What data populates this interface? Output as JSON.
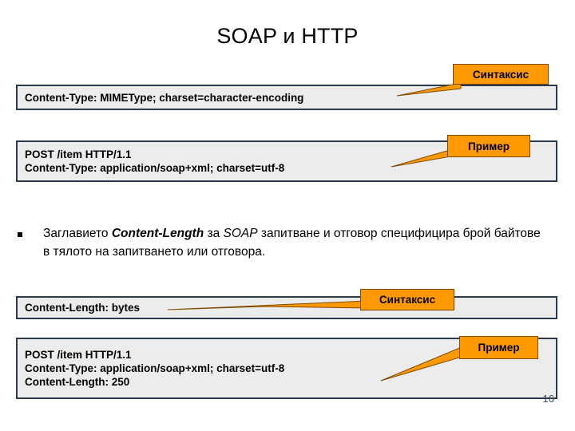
{
  "slide": {
    "title": "SOAP и HTTP",
    "page_number": "16"
  },
  "colors": {
    "callout_fill": "#FF9900",
    "callout_border": "#7E4A00",
    "box_fill": "#ECECEC",
    "box_border": "#2B3A4A",
    "text": "#000000"
  },
  "boxes": [
    {
      "name": "content-type-syntax",
      "lines": [
        "Content-Type: MIMEType; charset=character-encoding"
      ],
      "callout": "Синтаксис"
    },
    {
      "name": "post-example-1",
      "lines": [
        "POST /item HTTP/1.1",
        "Content-Type: application/soap+xml; charset=utf-8"
      ],
      "callout": "Пример"
    },
    {
      "name": "content-length-syntax",
      "lines": [
        "Content-Length: bytes"
      ],
      "callout": "Синтаксис"
    },
    {
      "name": "post-example-2",
      "lines": [
        "POST /item HTTP/1.1",
        "Content-Type: application/soap+xml; charset=utf-8",
        "Content-Length: 250"
      ],
      "callout": "Пример"
    }
  ],
  "bullet": {
    "marker": "square-bullet",
    "part1": "Заглавието ",
    "emphasis1": "Content-Length",
    "part2": " за ",
    "emphasis2": "SOAP",
    "part3": " запитване и отговор специфицира брой байтове в тялото на запитването или отговора."
  }
}
